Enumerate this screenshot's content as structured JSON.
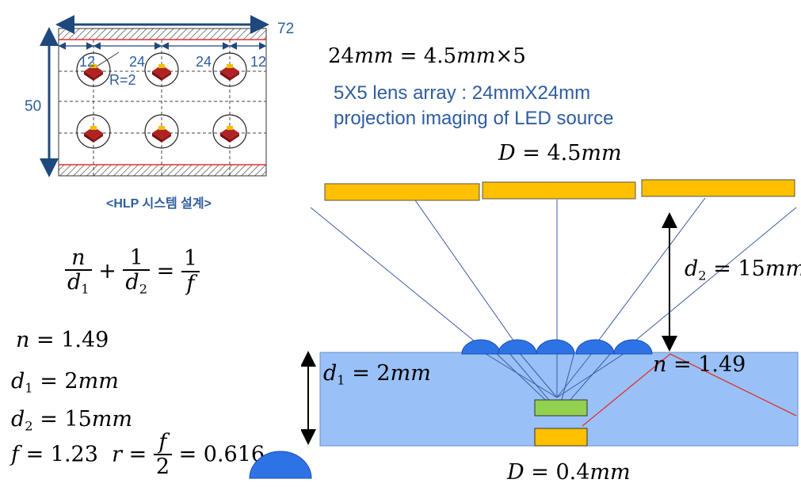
{
  "top_left_diagram": {
    "width_label": "72",
    "height_label": "50",
    "spacing_labels": [
      "12",
      "24",
      "24",
      "12"
    ],
    "radius_label": "R=2",
    "caption": "<HLP 시스템 설계>"
  },
  "formulas": {
    "eq_top_lhs": "24",
    "eq_top_rhs_value": "4.5",
    "eq_top_multiplier": "5",
    "unit_mm": "mm",
    "lens_array_line1": "5X5 lens array : 24mmX24mm",
    "lens_array_line2": "projection imaging of LED source",
    "D_top": "4.5",
    "D_bottom": "0.4",
    "d2_value": "15",
    "d1_value": "2",
    "n_value": "1.49",
    "lens_eq_n": "n",
    "lens_eq_d1": "d",
    "lens_eq_one": "1",
    "lens_eq_f": "f",
    "n_line": "1.49",
    "d1_line": "2",
    "d2_line": "15",
    "f_value": "1.23",
    "r_denominator": "2",
    "r_value": "0.616"
  },
  "colors": {
    "plate": "#ffc000",
    "substrate": "#99c1f7",
    "lens": "#2e73e6",
    "emitter": "#92d050",
    "ray": "#3b5ba5",
    "reflect": "#e03030",
    "dim_blue": "#1f497d"
  }
}
